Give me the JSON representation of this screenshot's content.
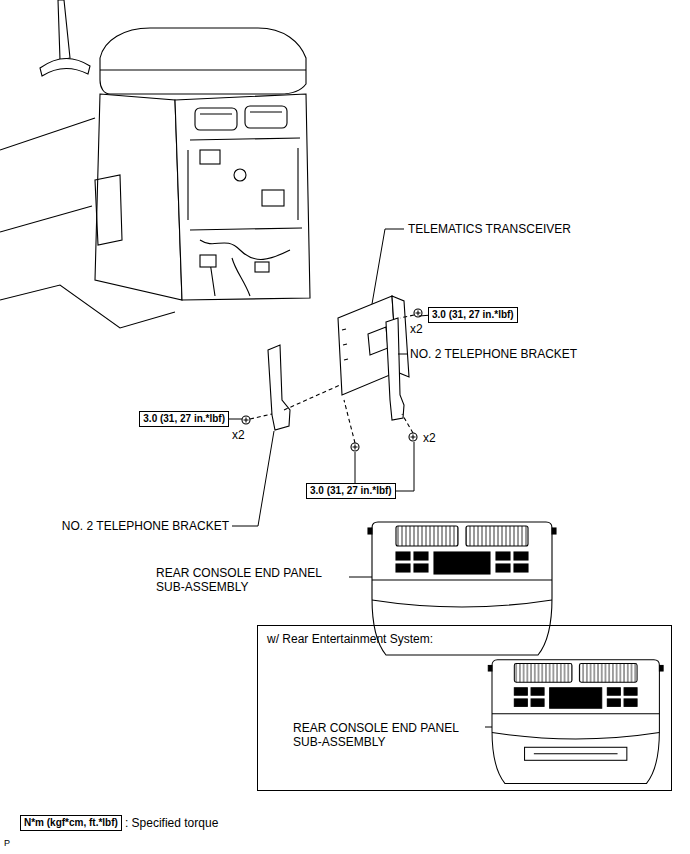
{
  "diagram": {
    "nodes": [
      {
        "text": [
          "3.0 (31, 27 in.*lbf)"
        ]
      },
      {
        "text": [
          "3.0 (31, 27 in.*lbf)"
        ]
      },
      {
        "text": [
          "3.0 (31, 27 in.*lbf)"
        ]
      },
      {
        "text": [
          "w/ Rear Entertainment System:",
          "REAR CONSOLE END PANEL SUB-ASSEMBLY"
        ]
      },
      {
        "text": [
          "N*m (kgf*cm, ft.*lbf)"
        ]
      }
    ],
    "labels": [
      "TELEMATICS TRANSCEIVER",
      "x2",
      "NO. 2 TELEPHONE BRACKET",
      "x2",
      "x2",
      "NO. 2 TELEPHONE BRACKET",
      "REAR CONSOLE END PANEL SUB-ASSEMBLY",
      ": Specified torque",
      "P"
    ]
  }
}
